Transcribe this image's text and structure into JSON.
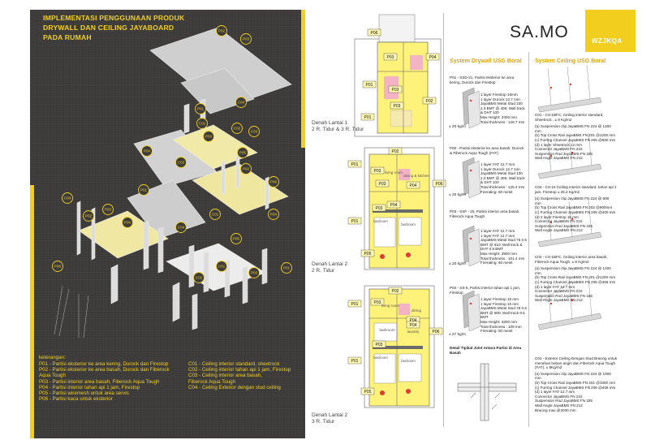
{
  "title_lines": [
    "IMPLEMENTASI PENGGUNAAN PRODUK",
    "DRYWALL DAN CEILING JAYABOARD",
    "PADA RUMAH"
  ],
  "iso_tags": [
    "P02",
    "P03",
    "P01",
    "C04",
    "C01",
    "C02",
    "P04",
    "P03",
    "C03",
    "C02",
    "P02",
    "P05",
    "P06",
    "C04",
    "P01",
    "C01",
    "C04",
    "P05",
    "C02",
    "C01",
    "P03",
    "P01",
    "P06",
    "P02",
    "P04",
    "P03",
    "P04"
  ],
  "keterangan": {
    "heading": "keterangan:",
    "left": [
      "P01 - Partisi eksterior ke area kering, Durock dan Firestop",
      "P02 - Partisi eksterior ke area basah, Durock dan Fiberock",
      "          Aqua Tough",
      "P03 - Partisi interior area basah, Fiberock Aqua Tough",
      "P04 - Partisi interior tahan api 1 jam, Firestop",
      "P05 - Partisi wiremesh untuk area servis",
      "P06 - Partisi kaca untuk eksterior"
    ],
    "right": [
      "C01 - Ceiling interior standard, sheetrock",
      "C02 - Ceiling interior tahan api 1 jam, Firestop",
      "C03 - Ceiling interior area basah,",
      "          Fiberock Aqua Tough",
      "C04 - Ceiling Exterior dengan stud ceiling"
    ]
  },
  "plan_labels": [
    {
      "l1": "Denah Lantai 1",
      "l2": "2 R. Tidur & 3 R. Tidur"
    },
    {
      "l1": "Denah Lantai 2",
      "l2": "2 R. Tidur"
    },
    {
      "l1": "Denah Lantai 2",
      "l2": "3 R. Tidur"
    }
  ],
  "plan_tags": {
    "plan1": [
      "P06",
      "P03",
      "P01",
      "P04",
      "P02",
      "P03",
      "P01",
      "P03"
    ],
    "plan2": [
      "P02",
      "P03",
      "P01",
      "P03",
      "P04",
      "P04",
      "P01",
      "P03",
      "P06",
      "P05"
    ],
    "plan3": [
      "P02",
      "P03",
      "P04",
      "P01",
      "P01",
      "P04",
      "P05",
      "P06",
      "P03"
    ]
  },
  "room_labels": [
    "living room",
    "dining & kitchen",
    "bedroom",
    "bedroom",
    "bedroom",
    "bedroom",
    "living room",
    "bathroom",
    "laundry",
    "dining"
  ],
  "brand": {
    "name": "SA.MO",
    "sub": "WZJKQA"
  },
  "headers": {
    "drywall": "System Drywall USG Boral",
    "ceiling": "System Ceiling USG Boral"
  },
  "drywall_systems": [
    {
      "title": "P01 - SSD-21, Partisi eksterior ke area kering, Durock dan Firestop",
      "specs": [
        "1 layer Firestop 16mm",
        "1 layer Durock 12.7 mm",
        "JayaBMS Metal Stud 100",
        "1.0 BMT @ 406; Wall track",
        "& DHT 100",
        "Max Height: 3400 mm",
        "Total thickness : 128.7 mm"
      ],
      "db": "± 20 kg/m"
    },
    {
      "title": "P02 - Partisi eksterior ke area basah, Durock & Fiberock Aqua Tough (FAT)",
      "specs": [
        "1 layer FAT 12.7 mm",
        "1 layer Durock 12.7 mm",
        "JayaBMS Metal Stud 100",
        "1.0 BMT @ 406; Wall track",
        "& DHT 100",
        "Total thickness : 125.4 mm",
        "Firerating: 60 menit"
      ],
      "db": "± 20 kg/m"
    },
    {
      "title": "P03 - SSF - 25, Partisi interior area basah, Fiberock Aqua Tough",
      "specs": [
        "1 layer FAT 12.7 mm",
        "1 layer FAT 12.7 mm",
        "JayaBMS Metal Stud 75 0.5",
        "BMT @ 610; Wall track &",
        "DHT 0.5 BMT",
        "Max Height: 3900 mm",
        "Total thickness : 101.4 mm",
        "Firerating: 60 menit"
      ],
      "db": "± 20 kg/m"
    },
    {
      "title": "P04 - SS-5, Partisi interior tahan api 1 jam, Firestop",
      "specs": [
        "1 layer Firestop 16 mm",
        "1 layer Firestop 16 mm",
        "JayaBMS Metal Stud 75 0.5",
        "BMT @ 600; Wall track 0.5",
        "BMT",
        "Max Height: 4200 mm",
        "Total thickness : 108 mm",
        "Firerating: 60 menit"
      ],
      "db": "± 27 kg/m"
    }
  ],
  "joint_detail": "Detail Tipikal Joint Antara Partisi di Area Basah",
  "ceiling_systems": [
    {
      "title": "C01 - CS-1BFC, Ceiling interior standard, Sheetrock , ± 8 Kg/m2",
      "items": [
        "(a) Suspension clip JayaBMS FN 224 @ 1200",
        "      mm",
        "(b) Top Cross Rail JayaBMS FN 201 @1200 mm",
        "(c) Furring Channel JayaBMS FN 205 @600 mm",
        "(d) 1 layer Sheetrock 12 mm",
        "Connector JayaBMS FN 210",
        "Suspension Rod JayaBMS FN 225",
        "Wall Angle JayaBMS FN 212"
      ]
    },
    {
      "title": "C02 - CS-15 Ceiling interior standard, tahan api 1 jam, Firestop ± 26.2 Kg/m2",
      "items": [
        "(a) Suspension clip JayaBMS FN 224 @ 900",
        "      mm",
        "(b) Top Cross Rail JayaBMS FN 202 @900mm",
        "(c) Furring Channel JayaBMS FN 205 @400 mm",
        "(d) 2 layer Firestop 16 mm",
        "Connector JayaBMS FN 210",
        "Suspension Rod JayaBMS FN 225",
        "Wall Angle JayaBMS FN 212"
      ]
    },
    {
      "title": "C03 - CS-1BFC, Ceiling interior area basah, Fiberock Aqua Tough, ± 8 Kg/m2",
      "items": [
        "(a) Suspension clip JayaBMS FN 224 @ 1200",
        "      mm",
        "(b) Top Cross Rail JayaBMS FN 201 @1200 mm",
        "(c) Furring Channel JayaBMS FN 205 @406 mm",
        "(d) 1 layer FAT 12.7 mm",
        "Connector JayaBMS FN 210",
        "Suspension Rod JayaBMS FN 225",
        "Wall Angle JayaBMS FN 212"
      ]
    },
    {
      "title": "C04 - Exterior Ceiling Dengan Stud Bracing untuk menahan beban angin dan Fiberock Aqua Tough (FAT), ± 9Kg/m2",
      "items": [
        "(a) Suspension clip JayaBMS FN 224 @ 1000",
        "      mm",
        "(b) Top Cross Rail JayaBMS FN 201 @1000 mm",
        "(c) Furring Channel JayaBMS FN 205 @406 mm",
        "(d) 1 layer FAT 12.7 mm",
        "Connector JayaBMS FN 210",
        "Suspension Rod JayaBMS FN 225",
        "Wall Angle JayaBMS FN 212",
        "Bracing max @2000 mm"
      ]
    }
  ],
  "colors": {
    "accent": "#f2cf1f",
    "panel": "#3d3c3a",
    "header": "#e0a400",
    "plan_fill": "#fff27a",
    "pink": "#f3b3c4"
  }
}
